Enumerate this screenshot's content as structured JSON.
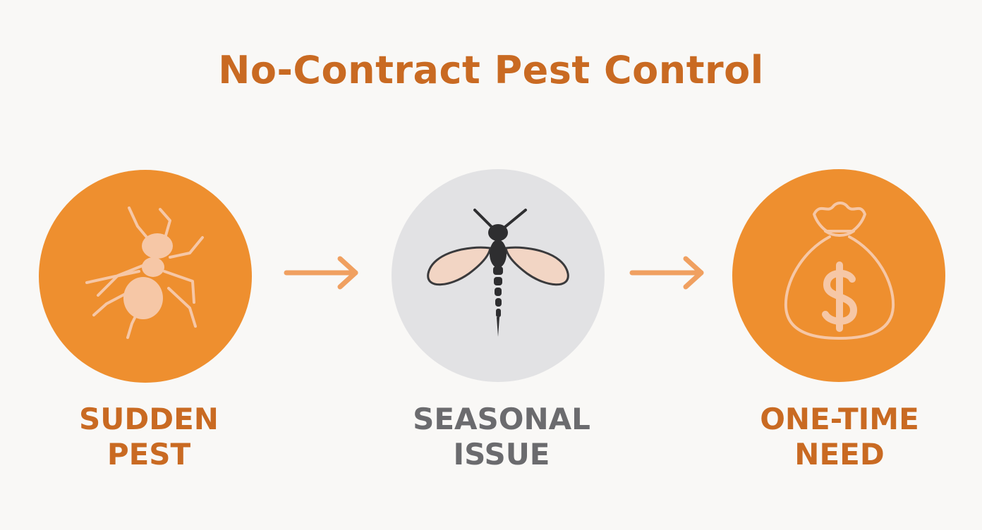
{
  "title": "No-Contract Pest Control",
  "steps": [
    {
      "line1": "SUDDEN",
      "line2": "PEST",
      "icon": "ant-icon"
    },
    {
      "line1": "SEASONAL",
      "line2": "ISSUE",
      "icon": "mosquito-icon"
    },
    {
      "line1": "ONE-TIME",
      "line2": "NEED",
      "icon": "money-bag-icon"
    }
  ],
  "colors": {
    "accent": "#ee8f2f",
    "title": "#c96a22",
    "neutral_circle": "#e2e2e4",
    "neutral_text": "#6b6b6e",
    "icon_light": "#f6c7a6",
    "insect_dark": "#2e2e30",
    "background": "#f9f8f6"
  }
}
